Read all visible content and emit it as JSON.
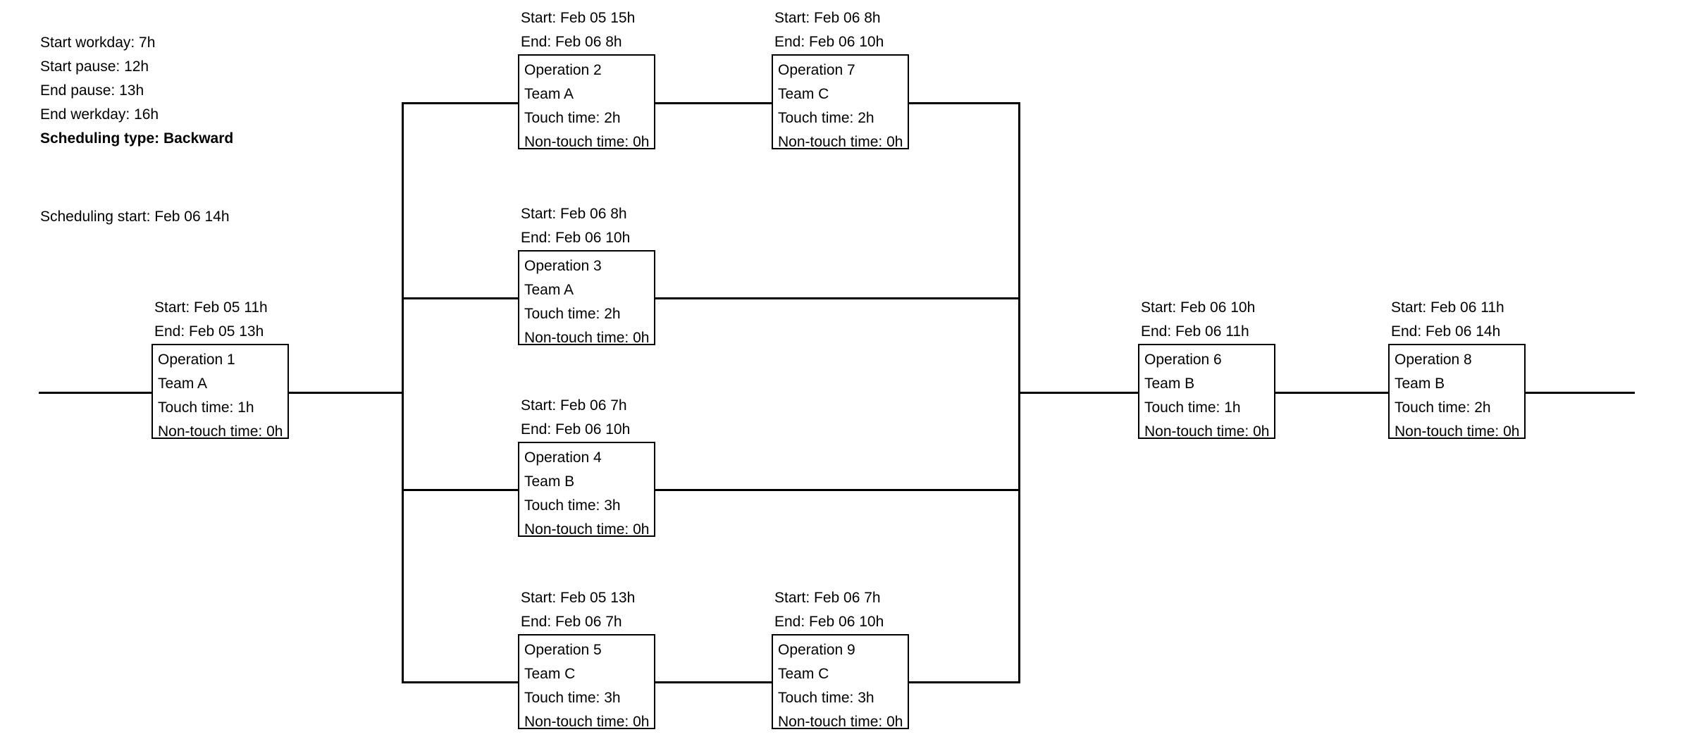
{
  "legend": {
    "lines": [
      "Start workday: 7h",
      "Start pause: 12h",
      "End pause: 13h",
      "End werkday: 16h"
    ],
    "scheduling_type": "Scheduling type: Backward",
    "scheduling_start": "Scheduling start: Feb 06 14h"
  },
  "labels": {
    "start_prefix": "Start:",
    "end_prefix": "End:",
    "touch_prefix": "Touch time:",
    "nontouch_prefix": "Non-touch time:"
  },
  "colors": {
    "stroke": "#000000",
    "background": "#ffffff",
    "text": "#000000"
  },
  "operations": [
    {
      "id": "operation-1",
      "start": "Start: Feb 05 11h",
      "end": "End: Feb 05 13h",
      "name": "Operation 1",
      "team": "Team A",
      "touch": "Touch time: 1h",
      "nontouch": "Non-touch time: 0h"
    },
    {
      "id": "operation-2",
      "start": "Start: Feb 05 15h",
      "end": "End: Feb 06 8h",
      "name": "Operation 2",
      "team": "Team A",
      "touch": "Touch time: 2h",
      "nontouch": "Non-touch time: 0h"
    },
    {
      "id": "operation-7",
      "start": "Start: Feb 06 8h",
      "end": "End: Feb 06 10h",
      "name": "Operation 7",
      "team": "Team C",
      "touch": "Touch time: 2h",
      "nontouch": "Non-touch time: 0h"
    },
    {
      "id": "operation-3",
      "start": "Start: Feb 06 8h",
      "end": "End: Feb 06 10h",
      "name": "Operation 3",
      "team": "Team A",
      "touch": "Touch time: 2h",
      "nontouch": "Non-touch time: 0h"
    },
    {
      "id": "operation-4",
      "start": "Start: Feb 06 7h",
      "end": "End: Feb 06 10h",
      "name": "Operation 4",
      "team": "Team B",
      "touch": "Touch time: 3h",
      "nontouch": "Non-touch time: 0h"
    },
    {
      "id": "operation-5",
      "start": "Start: Feb 05 13h",
      "end": "End: Feb 06 7h",
      "name": "Operation 5",
      "team": "Team C",
      "touch": "Touch time: 3h",
      "nontouch": "Non-touch time: 0h"
    },
    {
      "id": "operation-9",
      "start": "Start: Feb 06 7h",
      "end": "End: Feb 06 10h",
      "name": "Operation 9",
      "team": "Team C",
      "touch": "Touch time: 3h",
      "nontouch": "Non-touch time: 0h"
    },
    {
      "id": "operation-6",
      "start": "Start: Feb 06 10h",
      "end": "End: Feb 06 11h",
      "name": "Operation 6",
      "team": "Team B",
      "touch": "Touch time: 1h",
      "nontouch": "Non-touch time: 0h"
    },
    {
      "id": "operation-8",
      "start": "Start: Feb 06 11h",
      "end": "End: Feb 06 14h",
      "name": "Operation 8",
      "team": "Team B",
      "touch": "Touch time: 2h",
      "nontouch": "Non-touch time: 0h"
    }
  ]
}
